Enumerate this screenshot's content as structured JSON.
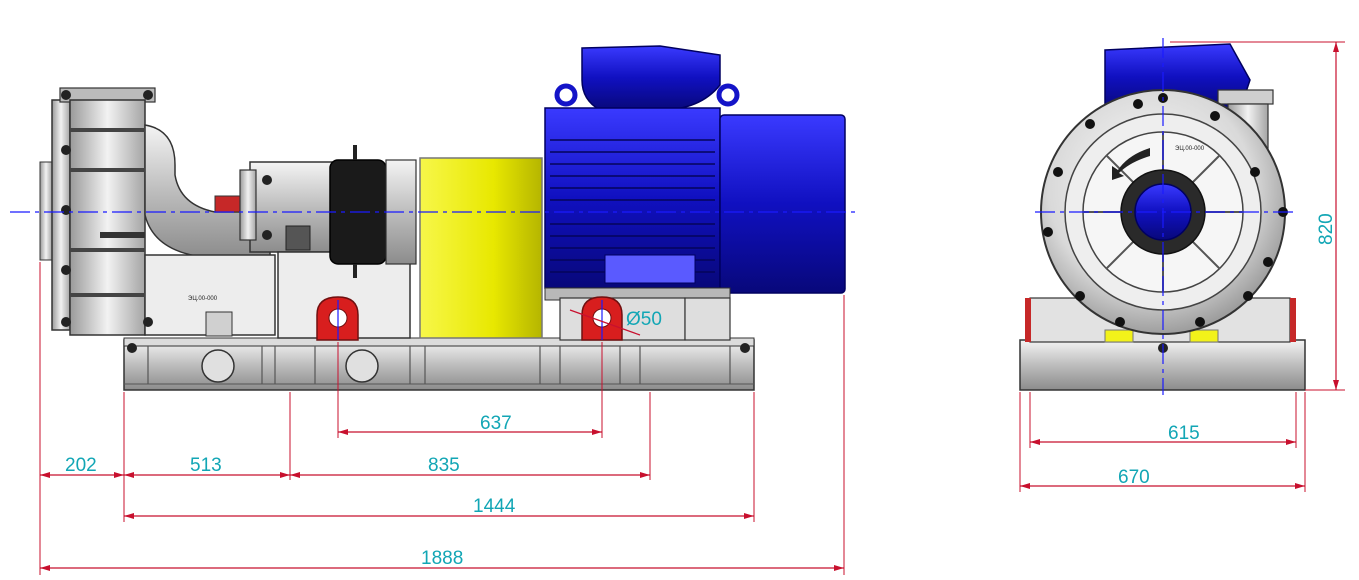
{
  "colors": {
    "dimension_line": "#c8102e",
    "dimension_text": "#12a6b5",
    "axis_line": "#1a1aff",
    "motor": "#1414c8",
    "coupling_guard": "#f2f21a",
    "foot": "#d81e1e",
    "steel": "#c9c9c9",
    "nameplate": "#e8e8e8"
  },
  "side_view": {
    "dimensions": {
      "d202": "202",
      "d513": "513",
      "d835": "835",
      "d637": "637",
      "d1444": "1444",
      "d1888": "1888",
      "foot_hole": "Ø50"
    },
    "nameplate": "ЭЦ.00-000"
  },
  "front_view": {
    "dimensions": {
      "d615": "615",
      "d670": "670",
      "d820": "820"
    },
    "nameplate": "ЭЦ.00-000"
  },
  "icons": [
    "rotation-arrow-icon",
    "lifting-eye-icon",
    "bolt-icon"
  ]
}
